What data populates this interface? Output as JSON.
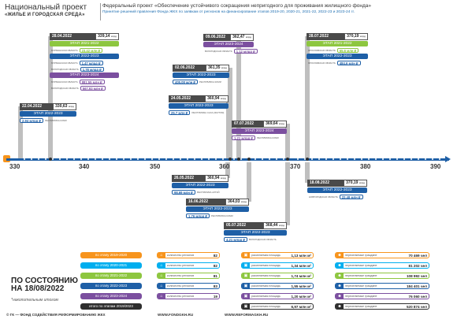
{
  "header": {
    "title": "Национальный проект",
    "subtitle": "«ЖИЛЬЕ И ГОРОДСКАЯ СРЕДА»",
    "project": "Федеральный проект «Обеспечение устойчивого сокращения  непригодного для проживания жилищного фонда»",
    "note": "Принятие  решений правления Фонда ЖКХ по заявкам  от регионов на финансирование этапов 2019-20, 2020-21, 2021-22, 2022-23 и 2023-24 гг."
  },
  "cards": [
    {
      "date": "28.04.2022",
      "value": "339,14",
      "unit": "млрд",
      "rows": [
        {
          "stage": "ЭТАП 2021-2022",
          "color": "green",
          "region": "МУРМАНСКАЯ ОБЛАСТЬ",
          "pill": "23,42",
          "pillUnit": "млн ₽"
        },
        {
          "stage": "ЭТАП 2022-2023",
          "color": "blue",
          "region": "МУРМАНСКАЯ ОБЛАСТЬ",
          "pill": "1,47",
          "pillUnit": "млрд ₽"
        },
        {
          "stage": "",
          "color": "blue",
          "region": "ВОЛОГОДСКАЯ ОБЛАСТЬ",
          "pill": "1,78",
          "pillUnit": "млрд ₽"
        },
        {
          "stage": "ЭТАП 2023-2024",
          "color": "purple",
          "region": "МУРМАНСКАЯ ОБЛАСТЬ",
          "pill": "881,55",
          "pillUnit": "млн ₽"
        },
        {
          "stage": "",
          "color": "purple",
          "region": "ВОЛОГОДСКАЯ ОБЛАСТЬ",
          "pill": "567,93",
          "pillUnit": "млн ₽"
        }
      ]
    },
    {
      "date": "22.04.2022",
      "value": "330,63",
      "unit": "млрд",
      "rows": [
        {
          "stage": "ЭТАП 2022-2023",
          "color": "blue",
          "region": "РЕСПУБЛИКА КОМИ",
          "pill": "2,94",
          "pillUnit": "млрд ₽"
        }
      ]
    },
    {
      "date": "09.06.2022",
      "value": "362,47",
      "unit": "млрд",
      "rows": [
        {
          "stage": "ЭТАП 2023-2024",
          "color": "purple",
          "region": "ВОЛОГОДСКАЯ ОБЛАСТЬ",
          "pill": "1,12",
          "pillUnit": "млрд ₽"
        }
      ]
    },
    {
      "date": "02.06.2022",
      "value": "361,35",
      "unit": "млрд",
      "rows": [
        {
          "stage": "ЭТАП 2022-2023",
          "color": "blue",
          "region": "РЕСПУБЛИКА КОМИ",
          "pill": "405,08",
          "pillUnit": "млн ₽"
        }
      ]
    },
    {
      "date": "24.05.2022",
      "value": "360,94",
      "unit": "млрд",
      "rows": [
        {
          "stage": "ЭТАП 2022-2023",
          "color": "blue",
          "region": "РЕСПУБЛИКА САХА (ЯКУТИЯ)",
          "pill": "25,7",
          "pillUnit": "млн ₽"
        }
      ]
    },
    {
      "date": "07.07.2022",
      "value": "369,64",
      "unit": "млрд",
      "rows": [
        {
          "stage": "ЭТАП 2023-2024",
          "color": "purple",
          "region": "РЕСПУБЛИКА КОМИ",
          "pill": "1,21",
          "pillUnit": "млрд ₽"
        }
      ]
    },
    {
      "date": "28.07.2022",
      "value": "370,19",
      "unit": "млрд",
      "rows": [
        {
          "stage": "ЭТАП 2021-2022",
          "color": "green",
          "region": "ЯРОСЛАВСКАЯ ОБЛАСТЬ",
          "pill": "65,6",
          "pillUnit": "млн ₽"
        },
        {
          "stage": "ЭТАП 2022-2023",
          "color": "blue",
          "region": "ЯРОСЛАВСКАЯ ОБЛАСТЬ",
          "pill": "484,6",
          "pillUnit": "млн ₽"
        }
      ]
    },
    {
      "date": "26.05.2022",
      "value": "360,94",
      "unit": "млрд",
      "rows": [
        {
          "stage": "ЭТАП 2022-2023",
          "color": "blue",
          "region": "РЕСПУБЛИКА АЛТАЙ",
          "pill": "98,69",
          "pillUnit": "млн ₽"
        }
      ]
    },
    {
      "date": "16.06.2022",
      "value": "364,03",
      "unit": "млрд",
      "rows": [
        {
          "stage": "ЭТАП 2022-2023",
          "color": "blue",
          "region": "РЕСПУБЛИКА КОМИ",
          "pill": "1,76",
          "pillUnit": "млрд ₽"
        }
      ]
    },
    {
      "date": "05.07.2022",
      "value": "368,44",
      "unit": "млрд",
      "rows": [
        {
          "stage": "ЭТАП 2022-2023",
          "color": "blue",
          "region": "ВОЛОГОДСКАЯ ОБЛАСТЬ",
          "pill": "4,21",
          "pillUnit": "млрд ₽"
        }
      ]
    },
    {
      "date": "18.08.2022",
      "value": "370,19",
      "unit": "млрд",
      "rows": [
        {
          "stage": "ЭТАП 2022-2023",
          "color": "blue",
          "region": "НОВГОРОДСКАЯ ОБЛАСТЬ",
          "pill": "22,48",
          "pillUnit": "млн ₽"
        }
      ]
    }
  ],
  "ticks": [
    "330",
    "340",
    "350",
    "360",
    "370",
    "380",
    "390"
  ],
  "stats": {
    "labels": [
      {
        "text": "по этапу 2019-2020",
        "color": "#f7941d"
      },
      {
        "text": "по этапу 2020-2021",
        "color": "#00aeef"
      },
      {
        "text": "по этапу 2021-2022",
        "color": "#8dc63f"
      },
      {
        "text": "по этапу 2022-2023",
        "color": "#1e5fa6"
      },
      {
        "text": "по этапу 2023-2024",
        "color": "#7b4f9f"
      },
      {
        "text": "итого по этапам 2019/2023",
        "color": "#2e2e2e"
      }
    ],
    "regions": [
      "82",
      "82",
      "81",
      "83",
      "19"
    ],
    "regionLabel": "количество регионов",
    "area": [
      "1,13 млн м²",
      "1,34 млн м²",
      "1,74 млн м²",
      "1,55 млн м²",
      "1,20 млн м²",
      "6,97 млн м²"
    ],
    "areaLabel": "расселяемая площадь",
    "people": [
      "70 469 чел",
      "81 202 чел",
      "108 992 чел",
      "184 401 чел",
      "76 060 чел",
      "520 874 чел"
    ],
    "peopleLabel": "переселяемые граждане"
  },
  "status": {
    "line1": "ПО СОСТОЯНИЮ",
    "line2": "НА 18/08/2022",
    "cum": "*накопительным итогом"
  },
  "footer": {
    "org": "© ГК — ФОНД СОДЕЙСТВИЯ РЕФОРМИРОВАНИЮ ЖКХ",
    "site1": "WWW.FONDGKH.RU",
    "site2": "WWW.REFORMAGKH.RU"
  }
}
